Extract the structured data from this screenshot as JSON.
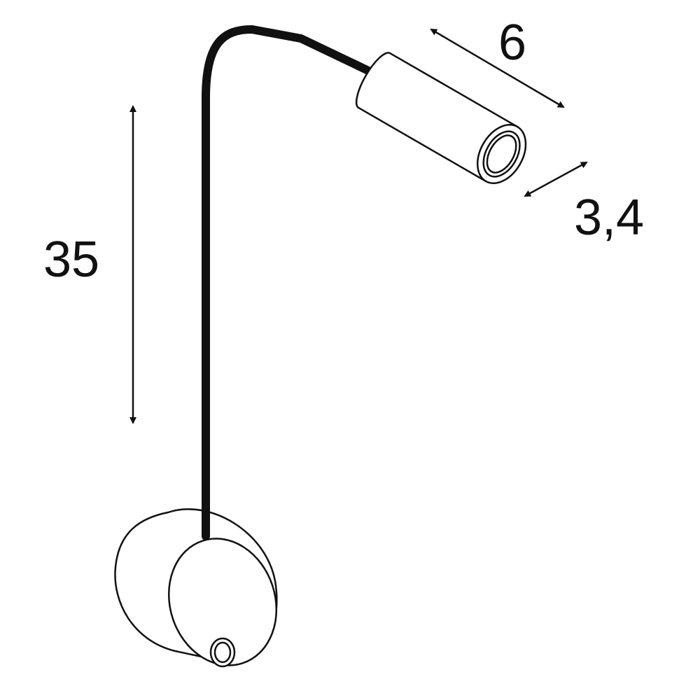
{
  "diagram": {
    "dimensions": {
      "height": "35",
      "head_length": "6",
      "head_diameter": "3,4"
    },
    "colors": {
      "line": "#111111",
      "background": "#ffffff"
    }
  }
}
